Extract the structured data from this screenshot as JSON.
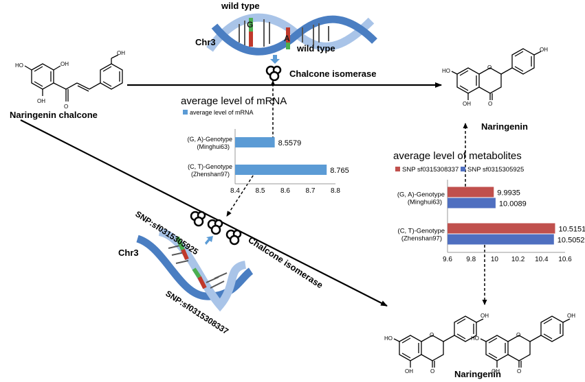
{
  "labels": {
    "top_dna_wt1": "wild type",
    "top_dna_wt2": "wild type",
    "top_dna_chr": "Chr3",
    "top_dna_g": "G",
    "top_dna_a": "A",
    "chalcone_isomerase_top": "Chalcone isomerase",
    "substrate": "Naringenin chalcone",
    "product_top": "Naringenin",
    "product_bottom": "Naringenin",
    "bottom_dna_chr": "Chr3",
    "snp1": "SNP:sf0315305925",
    "snp2": "SNP:sf0315308337",
    "chalcone_isomerase_bottom": "Chalcone isomerase"
  },
  "colors": {
    "mrna_bar": "#5b9bd5",
    "snp1_bar": "#c0504d",
    "snp2_bar": "#4f6fc0",
    "dna_blue": "#4a7ec2",
    "dna_light": "#a9c4e8",
    "base_red": "#c0392b",
    "base_green": "#4caf50",
    "arrow": "#000000",
    "small_arrow": "#5b9bd5"
  },
  "chart_data": [
    {
      "type": "bar",
      "orientation": "horizontal",
      "title": "average level of mRNA",
      "legend": "top-left",
      "categories": [
        [
          "(G, A)-Genotype",
          "(Minghui63)"
        ],
        [
          "(C, T)-Genotype",
          "(Zhenshan97)"
        ]
      ],
      "series": [
        {
          "name": "average level of mRNA",
          "values": [
            8.5579,
            8.765
          ]
        }
      ],
      "value_labels": [
        "8.5579",
        "8.765"
      ],
      "xlim": [
        8.4,
        8.8
      ],
      "xticks": [
        "8.4",
        "8.5",
        "8.6",
        "8.7",
        "8.8"
      ],
      "grid": false
    },
    {
      "type": "bar",
      "orientation": "horizontal",
      "title": "average level of metabolites",
      "legend": "top",
      "categories": [
        [
          "(G, A)-Genotype",
          "(Minghui63)"
        ],
        [
          "(C, T)-Genotype",
          "(Zhenshan97)"
        ]
      ],
      "series": [
        {
          "name": "SNP sf0315308337",
          "values": [
            9.9935,
            10.5151
          ]
        },
        {
          "name": "SNP sf0315305925",
          "values": [
            10.0089,
            10.5052
          ]
        }
      ],
      "value_labels": [
        [
          "9.9935",
          "10.5151"
        ],
        [
          "10.0089",
          "10.5052"
        ]
      ],
      "xlim": [
        9.6,
        10.6
      ],
      "xticks": [
        "9.6",
        "9.8",
        "10",
        "10.2",
        "10.4",
        "10.6"
      ],
      "grid": false
    }
  ]
}
